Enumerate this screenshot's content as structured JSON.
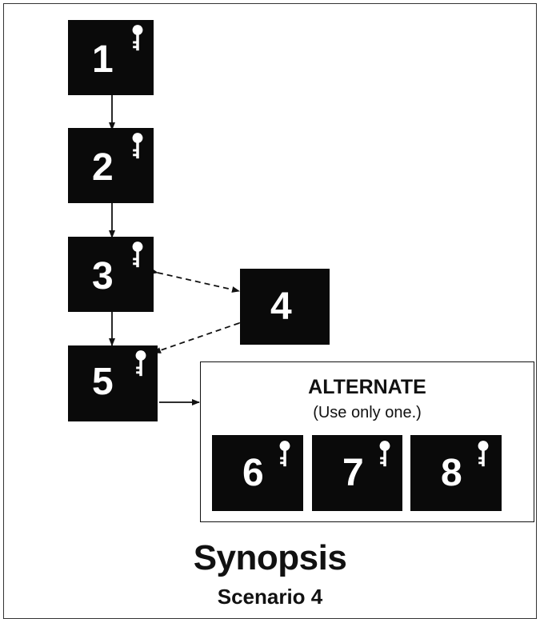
{
  "boxes": {
    "b1": {
      "label": "1"
    },
    "b2": {
      "label": "2"
    },
    "b3": {
      "label": "3"
    },
    "b4": {
      "label": "4"
    },
    "b5": {
      "label": "5"
    },
    "b6": {
      "label": "6"
    },
    "b7": {
      "label": "7"
    },
    "b8": {
      "label": "8"
    }
  },
  "alternate": {
    "title": "ALTERNATE",
    "subtitle": "(Use only one.)"
  },
  "heading": {
    "title": "Synopsis",
    "subtitle": "Scenario 4"
  },
  "icons": {
    "key": "key-icon"
  },
  "colors": {
    "box": "#0a0a0a",
    "text_on_box": "#ffffff"
  }
}
